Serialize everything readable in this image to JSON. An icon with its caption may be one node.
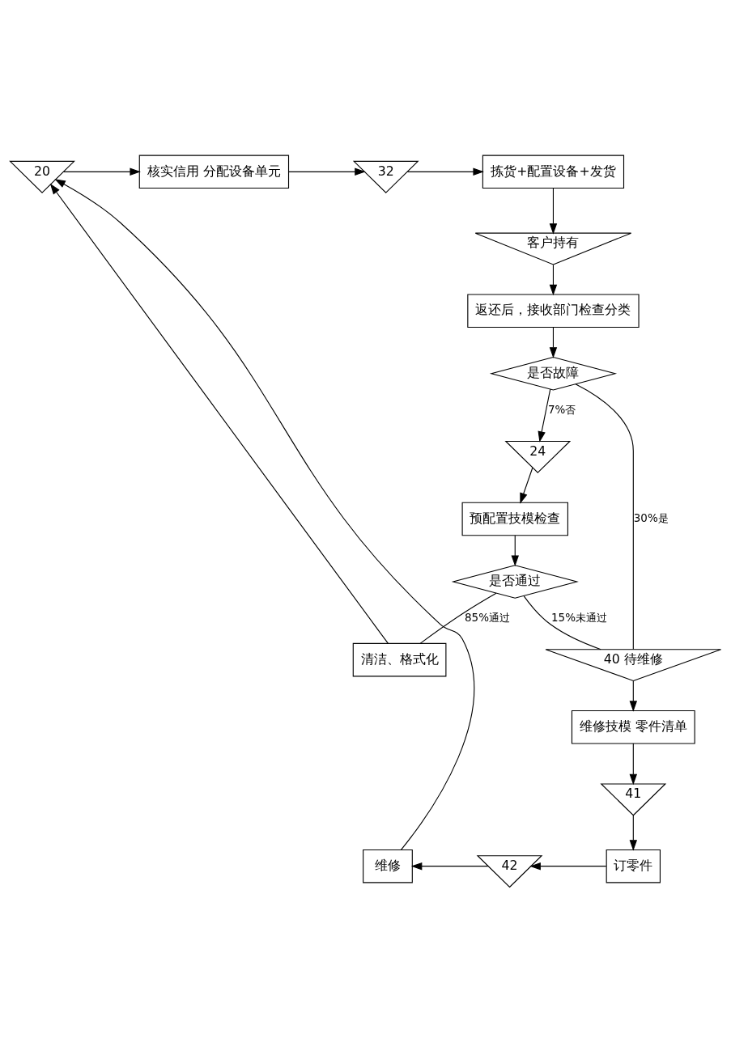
{
  "diagram": {
    "nodes": [
      {
        "text": [
          "20"
        ]
      },
      {
        "text": [
          "核实信用 分配设备单元"
        ]
      },
      {
        "text": [
          "32"
        ]
      },
      {
        "text": [
          "拣货+配置设备+发货"
        ]
      },
      {
        "text": [
          "客户持有"
        ]
      },
      {
        "text": [
          "返还后，接收部门检查分类"
        ]
      },
      {
        "text": [
          "是否故障"
        ]
      },
      {
        "text": [
          "24"
        ]
      },
      {
        "text": [
          "预配置技模检查"
        ]
      },
      {
        "text": [
          "是否通过"
        ]
      },
      {
        "text": [
          "40 待维修"
        ]
      },
      {
        "text": [
          "清洁、格式化"
        ]
      },
      {
        "text": [
          "维修技模 零件清单"
        ]
      },
      {
        "text": [
          "41"
        ]
      },
      {
        "text": [
          "订零件"
        ]
      },
      {
        "text": [
          "42"
        ]
      },
      {
        "text": [
          "维修"
        ]
      }
    ],
    "edges": [
      {
        "from": 0,
        "to": 1,
        "arrow": "to"
      },
      {
        "from": 1,
        "to": 2,
        "arrow": "to"
      },
      {
        "from": 2,
        "to": 3,
        "arrow": "to"
      },
      {
        "from": 3,
        "to": 4,
        "arrow": "to"
      },
      {
        "from": 4,
        "to": 5,
        "arrow": "to"
      },
      {
        "from": 5,
        "to": 6,
        "arrow": "to"
      },
      {
        "from": 6,
        "to": 7,
        "label": "7%否",
        "arrow": "to"
      },
      {
        "from": 6,
        "to": 10,
        "label": "30%是",
        "arrow": "none"
      },
      {
        "from": 7,
        "to": 8,
        "arrow": "to"
      },
      {
        "from": 8,
        "to": 9,
        "arrow": "to"
      },
      {
        "from": 9,
        "to": 11,
        "label": "85%通过",
        "arrow": "none"
      },
      {
        "from": 9,
        "to": 10,
        "label": "15%未通过",
        "arrow": "none"
      },
      {
        "from": 10,
        "to": 12,
        "arrow": "to"
      },
      {
        "from": 12,
        "to": 13,
        "arrow": "to"
      },
      {
        "from": 13,
        "to": 14,
        "arrow": "to"
      },
      {
        "from": 14,
        "to": 15,
        "arrow": "to"
      },
      {
        "from": 15,
        "to": 16,
        "arrow": "to"
      },
      {
        "from": 11,
        "to": 0,
        "arrow": "to"
      },
      {
        "from": 16,
        "to": 0,
        "arrow": "to"
      }
    ]
  }
}
